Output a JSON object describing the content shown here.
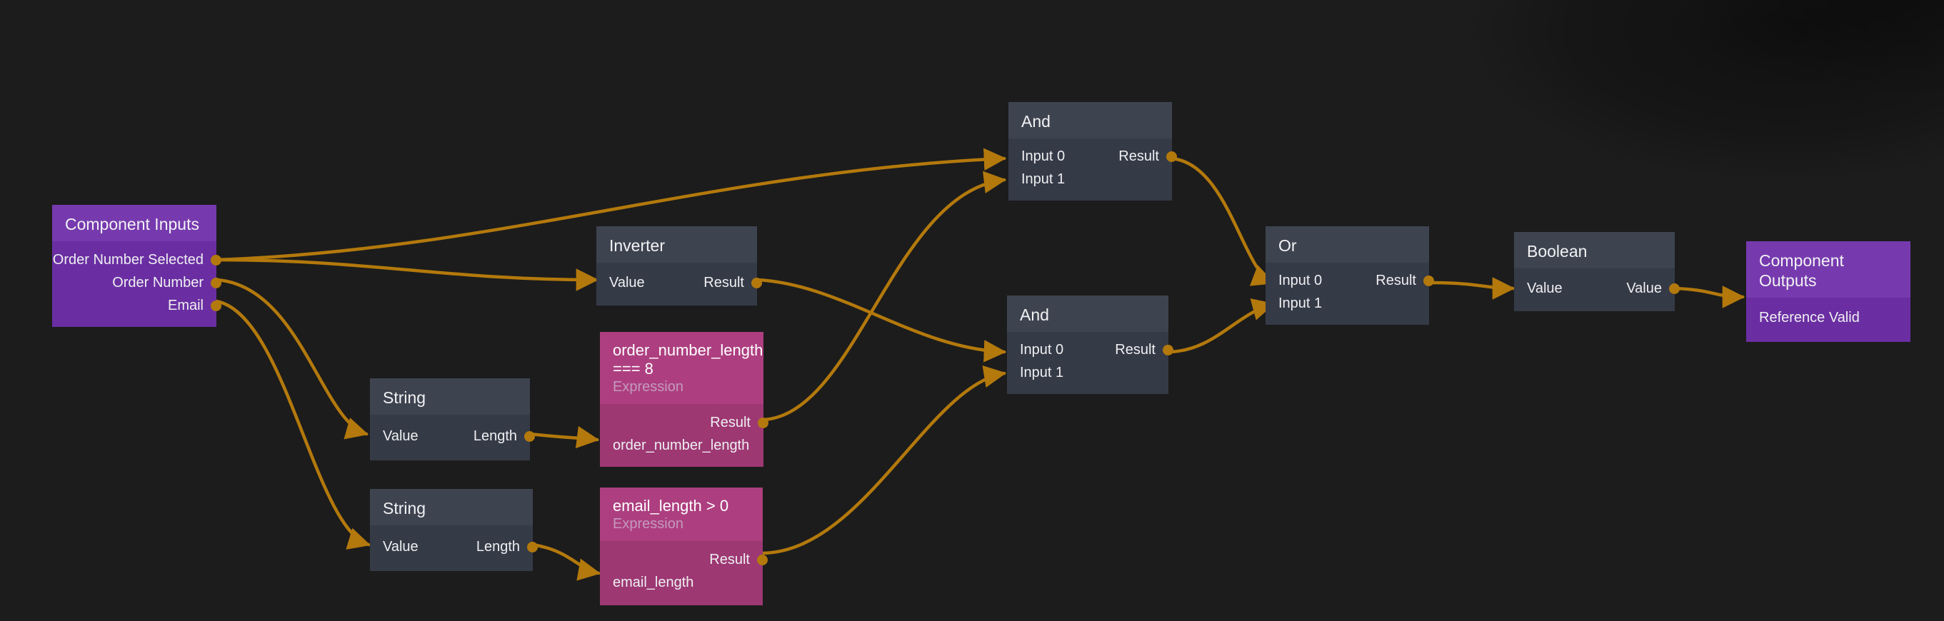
{
  "app": {
    "kind": "node-graph-editor",
    "background_color": "#1c1c1c",
    "wire_color": "#b3790c",
    "accent_purple": "#6a2ea2",
    "accent_magenta": "#9d3873",
    "node_dark": "#353a47"
  },
  "nodes": {
    "component_inputs": {
      "title": "Component Inputs",
      "ports": [
        {
          "label": "Order Number Selected",
          "side": "output"
        },
        {
          "label": "Order Number",
          "side": "output"
        },
        {
          "label": "Email",
          "side": "output"
        }
      ]
    },
    "inverter": {
      "title": "Inverter",
      "input_label": "Value",
      "output_label": "Result"
    },
    "string_1": {
      "title": "String",
      "input_label": "Value",
      "output_label": "Length"
    },
    "string_2": {
      "title": "String",
      "input_label": "Value",
      "output_label": "Length"
    },
    "expr_order_number": {
      "title_line_1": "order_number_length",
      "title_line_2": "=== 8",
      "subtitle": "Expression",
      "output_label": "Result",
      "input_label": "order_number_length"
    },
    "expr_email": {
      "title_line_1": "email_length > 0",
      "subtitle": "Expression",
      "output_label": "Result",
      "input_label": "email_length"
    },
    "and_top": {
      "title": "And",
      "input_0": "Input 0",
      "input_1": "Input 1",
      "output_label": "Result"
    },
    "and_bottom": {
      "title": "And",
      "input_0": "Input 0",
      "input_1": "Input 1",
      "output_label": "Result"
    },
    "or": {
      "title": "Or",
      "input_0": "Input 0",
      "input_1": "Input 1",
      "output_label": "Result"
    },
    "boolean": {
      "title": "Boolean",
      "input_label": "Value",
      "output_label": "Value"
    },
    "component_outputs": {
      "title": "Component Outputs",
      "ports": [
        {
          "label": "Reference Valid",
          "side": "input"
        }
      ]
    }
  }
}
